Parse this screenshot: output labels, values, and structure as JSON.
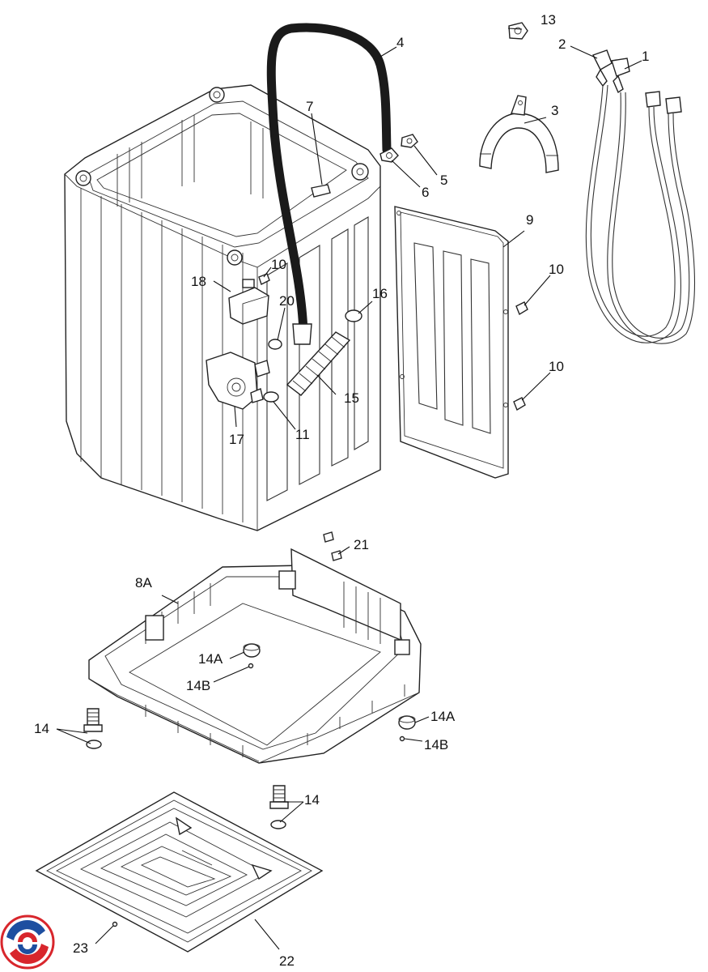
{
  "diagram": {
    "callouts": {
      "c1": "1",
      "c2": "2",
      "c3": "3",
      "c4": "4",
      "c5": "5",
      "c6": "6",
      "c7": "7",
      "c8A": "8A",
      "c9": "9",
      "c10a": "10",
      "c10b": "10",
      "c10c": "10",
      "c11": "11",
      "c13": "13",
      "c14a": "14",
      "c14b": "14",
      "c14A_a": "14A",
      "c14A_b": "14A",
      "c14B_a": "14B",
      "c14B_b": "14B",
      "c15": "15",
      "c16": "16",
      "c17": "17",
      "c18": "18",
      "c20": "20",
      "c21": "21",
      "c22": "22",
      "c23": "23"
    },
    "logo": {
      "name": "brand-logo",
      "colors": [
        "#d8262c",
        "#1e4fa0"
      ]
    }
  }
}
